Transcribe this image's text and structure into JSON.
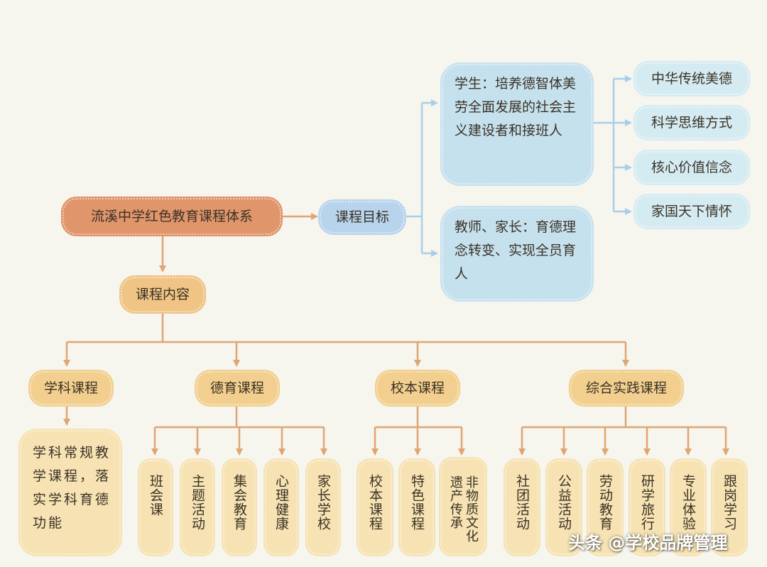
{
  "root": {
    "label": "流溪中学红色教育课程体系"
  },
  "goal": {
    "label": "课程目标",
    "students": "学生：培养德智体美劳全面发展的社会主义建设者和接班人",
    "teachers": "教师、家长：育德理念转变、实现全员育人",
    "aspects": [
      "中华传统美德",
      "科学思维方式",
      "核心价值信念",
      "家国天下情怀"
    ]
  },
  "content": {
    "label": "课程内容",
    "categories": [
      {
        "label": "学科课程",
        "description": "学科常规教学课程，落实学科育德功能"
      },
      {
        "label": "德育课程",
        "items": [
          "班会课",
          "主题活动",
          "集会教育",
          "心理健康",
          "家长学校"
        ]
      },
      {
        "label": "校本课程",
        "items": [
          "校本课程",
          "特色课程",
          "非物质文化遗产传承"
        ]
      },
      {
        "label": "综合实践课程",
        "items": [
          "社团活动",
          "公益活动",
          "劳动教育",
          "研学旅行",
          "专业体验",
          "跟岗学习"
        ]
      }
    ]
  },
  "watermark": "头条 @学校品牌管理",
  "colors": {
    "root": "#e0956b",
    "goal": "#b8d4ec",
    "goal_items": "#c6e1ee",
    "content": "#efc485",
    "category": "#f2cf8e",
    "leaf": "#f6e2b2",
    "orange_line": "#e0a572",
    "blue_line": "#a9cfe8"
  }
}
